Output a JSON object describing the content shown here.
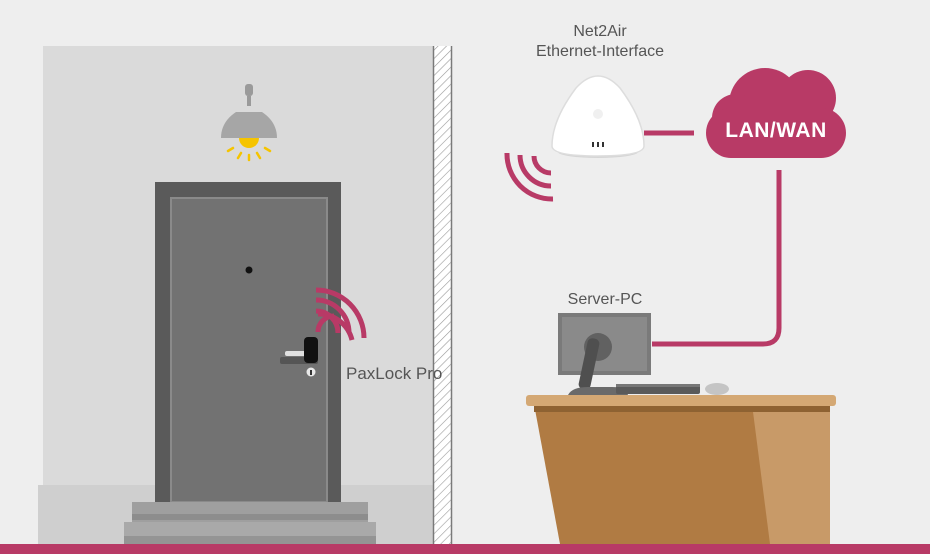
{
  "labels": {
    "net2air_line1": "Net2Air",
    "net2air_line2": "Ethernet-Interface",
    "cloud": "LAN/WAN",
    "server": "Server-PC",
    "paxlock": "PaxLock Pro"
  },
  "colors": {
    "background": "#eeeeee",
    "wall": "#dadada",
    "accent": "#b83a66",
    "door": "#707070",
    "door_frame": "#5a5a5a",
    "desk": "#b07b43",
    "bulb_light": "#f5c400",
    "text": "#555555"
  },
  "icons": [
    "ceiling-lamp-icon",
    "door-icon",
    "door-handle-icon",
    "wireless-signal-icon",
    "router-icon",
    "cloud-icon",
    "monitor-icon",
    "keyboard-icon",
    "mouse-icon",
    "desk-icon"
  ]
}
